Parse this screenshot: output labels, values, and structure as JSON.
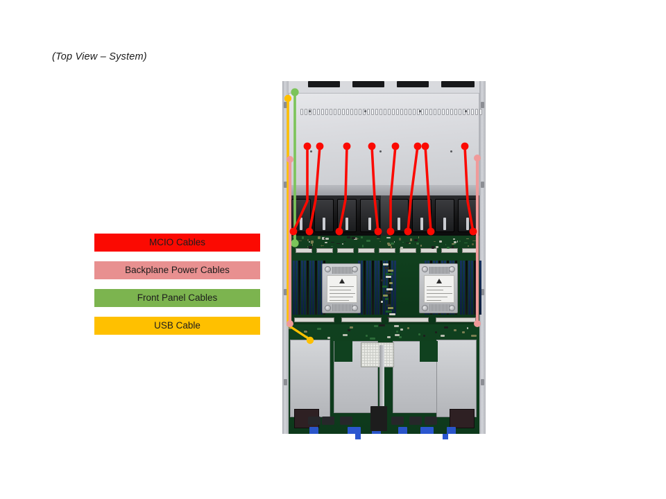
{
  "caption": "(Top View – System)",
  "legend": {
    "items": [
      {
        "label": "MCIO Cables",
        "color": "#fb0a02",
        "text_color": "#1c1c1c"
      },
      {
        "label": "Backplane Power Cables",
        "color": "#e89090",
        "text_color": "#1c1c1c"
      },
      {
        "label": "Front Panel Cables",
        "color": "#7cb44f",
        "text_color": "#1c1c1c"
      },
      {
        "label": "USB Cable",
        "color": "#ffc000",
        "text_color": "#1c1c1c"
      }
    ]
  },
  "diagram": {
    "name": "rack-server-top-view",
    "description": "Top view photograph of a 2U rack server chassis with cable routing overlays",
    "regions": [
      "top-cover",
      "fan-wall",
      "motherboard-cpu-dimm",
      "rear-psu-riser"
    ],
    "cable_colors": {
      "mcio": "#fb0a02",
      "backplane_power": "#f09a9a",
      "front_panel": "#7cc45a",
      "usb": "#ffc000"
    },
    "mcio_cable_count": 8,
    "backplane_power_cable_count": 2,
    "front_panel_cable_count": 1,
    "usb_cable_count": 1
  }
}
